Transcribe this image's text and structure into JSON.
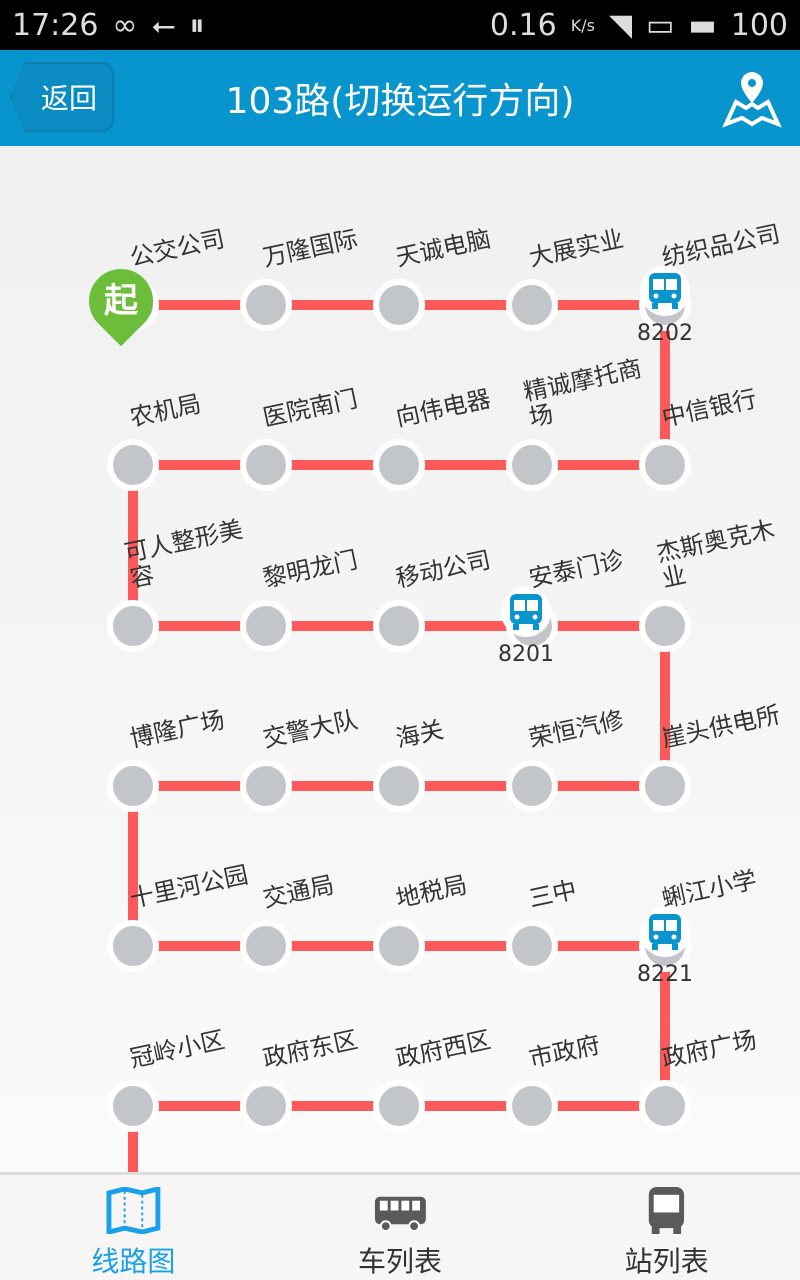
{
  "status": {
    "time": "17:26",
    "speed": "0.16",
    "speed_unit": "K/s",
    "battery": "100"
  },
  "header": {
    "back": "返回",
    "title": "103路(切换运行方向)"
  },
  "start_marker": "起",
  "rows": [
    [
      "公交公司",
      "万隆国际",
      "天诚电脑",
      "大展实业",
      "纺织品公司"
    ],
    [
      "农机局",
      "医院南门",
      "向伟电器",
      "精诚摩托商场",
      "中信银行"
    ],
    [
      "可人整形美容",
      "黎明龙门",
      "移动公司",
      "安泰门诊",
      "杰斯奥克木业"
    ],
    [
      "博隆广场",
      "交警大队",
      "海关",
      "荣恒汽修",
      "崖头供电所"
    ],
    [
      "十里河公园",
      "交通局",
      "地税局",
      "三中",
      "蜊江小学"
    ],
    [
      "冠岭小区",
      "政府东区",
      "政府西区",
      "市政府",
      "政府广场"
    ]
  ],
  "buses": [
    {
      "number": "8202",
      "row": 0,
      "col": 4
    },
    {
      "number": "8201",
      "row": 2,
      "col": 3
    },
    {
      "number": "8221",
      "row": 4,
      "col": 4
    }
  ],
  "tabs": [
    {
      "label": "线路图",
      "active": true
    },
    {
      "label": "车列表"
    },
    {
      "label": "站列表"
    }
  ],
  "colors": {
    "accent": "#0894cc",
    "route": "#fc5a5a",
    "active_tab": "#1aa0e8"
  }
}
